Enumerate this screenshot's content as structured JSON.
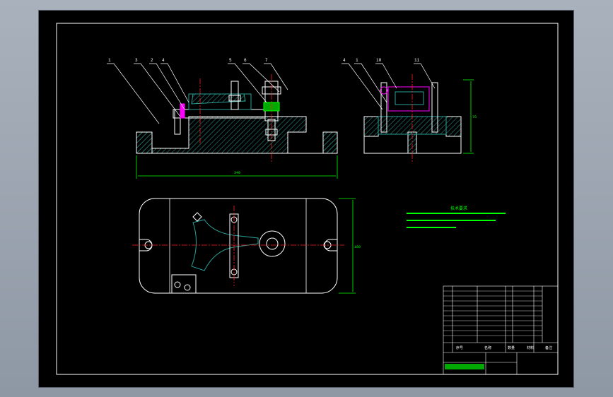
{
  "colors": {
    "background": "#000000",
    "frame": "#ffffff",
    "section_hatch": "#2aa198",
    "centerline": "#ff2020",
    "dimension": "#00ff00",
    "bolt": "#ffffff",
    "highlight": "#ff00ff",
    "notes": "#00ff00",
    "window_bg": "#9aa2ad"
  },
  "balloons_front": [
    "1",
    "3",
    "2",
    "4",
    "5",
    "6",
    "7"
  ],
  "balloons_side": [
    "4",
    "1",
    "10",
    "11"
  ],
  "dimensions": {
    "front_width": "340",
    "side_height": "76",
    "top_height": "180"
  },
  "notes_title": "技术要求",
  "title_block": {
    "rows": 11,
    "label_left": "序号",
    "label_name": "名称",
    "label_qty": "数量",
    "label_mat": "材料",
    "label_note": "备注"
  }
}
